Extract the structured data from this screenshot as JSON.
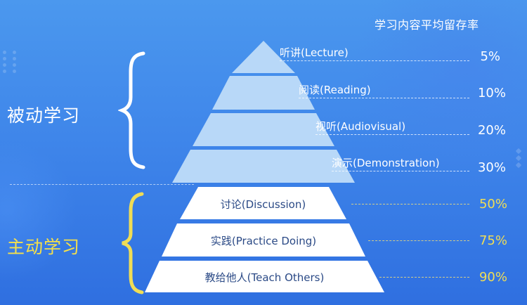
{
  "column_title": "学习内容平均留存率",
  "groups": {
    "passive": {
      "label": "被动学习",
      "color": "#ffffff"
    },
    "active": {
      "label": "主动学习",
      "color": "#f0dd55"
    }
  },
  "layers": [
    {
      "label": "听讲(Lecture)",
      "retention": "5%",
      "group": "passive"
    },
    {
      "label": "阅读(Reading)",
      "retention": "10%",
      "group": "passive"
    },
    {
      "label": "视听(Audiovisual)",
      "retention": "20%",
      "group": "passive"
    },
    {
      "label": "演示(Demonstration)",
      "retention": "30%",
      "group": "passive"
    },
    {
      "label": "讨论(Discussion)",
      "retention": "50%",
      "group": "active"
    },
    {
      "label": "实践(Practice Doing)",
      "retention": "75%",
      "group": "active"
    },
    {
      "label": "教给他人(Teach Others)",
      "retention": "90%",
      "group": "active"
    }
  ],
  "colors": {
    "background_top": "#4b98ee",
    "background_bottom": "#2f6fe0",
    "passive_layer": "#b8d8f8",
    "active_layer": "#ffffff",
    "active_text": "#2b4a86",
    "active_accent": "#f0dd55"
  }
}
